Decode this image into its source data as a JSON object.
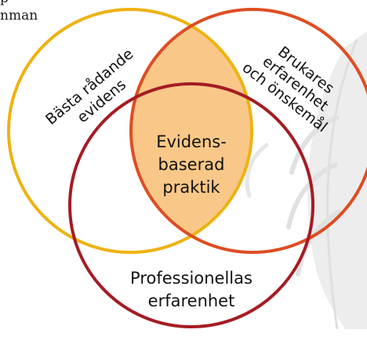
{
  "text_fragments": [
    "p",
    "nman"
  ],
  "colors": {
    "evidence_circle": "#eeb211",
    "user_circle": "#de4d22",
    "professional_circle": "#a51c24",
    "center_fill": "#f9c888",
    "feather": "#e9e9e9"
  },
  "circles": {
    "evidence": {
      "label_lines": [
        "Bästa rådande",
        "evidens"
      ]
    },
    "user": {
      "label_lines": [
        "Brukares",
        "erfarenhet",
        "och önskemål"
      ]
    },
    "professional": {
      "label_lines": [
        "Professionellas",
        "erfarenhet"
      ]
    }
  },
  "center": {
    "label_lines": [
      "Evidens-",
      "baserad",
      "praktik"
    ]
  },
  "background_icon": "feather-icon"
}
